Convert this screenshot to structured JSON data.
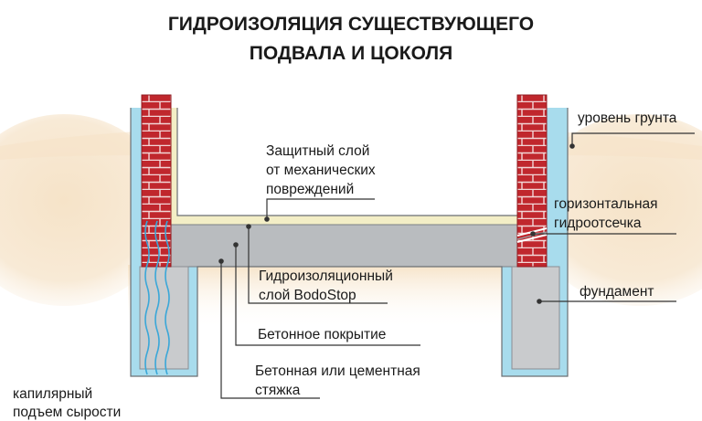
{
  "title": {
    "line1": "ГИДРОИЗОЛЯЦИЯ СУЩЕСТВУЮЩЕГО",
    "line2": "ПОДВАЛА И ЦОКОЛЯ"
  },
  "labels": {
    "protective_layer": [
      "Защитный слой",
      "от механических",
      "повреждений"
    ],
    "ground_level": "уровень грунта",
    "horizontal_cutoff": [
      "горизонтальная",
      "гидроотсечка"
    ],
    "waterproofing_layer": [
      "Гидроизоляционный",
      "слой BodoStop"
    ],
    "foundation": "фундамент",
    "concrete_cover": "Бетонное покрытие",
    "screed": [
      "Бетонная или цементная",
      "стяжка"
    ],
    "capillary": [
      "капилярный",
      "подъем сырости"
    ]
  },
  "colors": {
    "soil": "#f6e3c8",
    "brick": "#c0272d",
    "mortar": "#f2d6d6",
    "waterproofing": "#a8dced",
    "concrete": "#b9bcbf",
    "foundation": "#c9cbcd",
    "protective": "#f3eec6",
    "moisture": "#3aa7d8",
    "leader": "#333333"
  }
}
